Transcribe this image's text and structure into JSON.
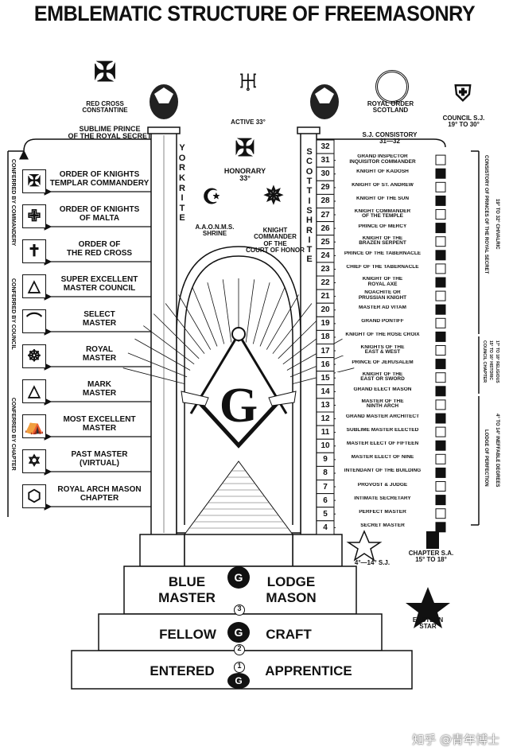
{
  "title": "EMBLEMATIC STRUCTURE OF FREEMASONRY",
  "top_emblems": [
    {
      "id": "red-cross-constantine",
      "label": "RED CROSS\nCONSTANTINE"
    },
    {
      "id": "active-33",
      "label": "ACTIVE 33°"
    },
    {
      "id": "royal-order-scotland",
      "label": "ROYAL ORDER\nSCOTLAND"
    },
    {
      "id": "council-sj",
      "label": "COUNCIL S.J.\n19° TO 30°"
    }
  ],
  "pillars": {
    "left_word": "YORK RITE",
    "right_word": "SCOTTISH RITE"
  },
  "sublime_prince": "SUBLIME PRINCE\nOF THE ROYAL SECRET",
  "center_emblems": [
    {
      "id": "honorary-33",
      "label": "HONORARY\n33°"
    },
    {
      "id": "shrine",
      "label": "A.A.O.N.M.S.\nSHRINE"
    },
    {
      "id": "knight-commander",
      "label": "KNIGHT\nCOMMANDER\nOF THE\nCOURT OF HONOR"
    }
  ],
  "york_rite": [
    {
      "label": "ORDER OF KNIGHTS\nTEMPLAR COMMANDERY",
      "icon": "templar-cross-icon"
    },
    {
      "label": "ORDER OF KNIGHTS\nOF MALTA",
      "icon": "maltese-cross-icon"
    },
    {
      "label": "ORDER OF\nTHE RED CROSS",
      "icon": "latin-cross-icon"
    },
    {
      "label": "SUPER EXCELLENT\nMASTER COUNCIL",
      "icon": "triangle-trowel-icon"
    },
    {
      "label": "SELECT\nMASTER",
      "icon": "arch-icon"
    },
    {
      "label": "ROYAL\nMASTER",
      "icon": "menorah-icon"
    },
    {
      "label": "MARK\nMASTER",
      "icon": "keystone-icon"
    },
    {
      "label": "MOST EXCELLENT\nMASTER",
      "icon": "tent-icon"
    },
    {
      "label": "PAST MASTER\n(VIRTUAL)",
      "icon": "book-compass-icon"
    },
    {
      "label": "ROYAL ARCH MASON\nCHAPTER",
      "icon": "keystone-seal-icon"
    }
  ],
  "york_side_labels": [
    "CONFERRED BY COMMANDERY",
    "CONFERRED BY COUNCIL",
    "CONFERRED BY CHAPTER"
  ],
  "consistory_header": "S.J. CONSISTORY\n31—32",
  "scottish_rite": [
    {
      "num": "32",
      "name": ""
    },
    {
      "num": "31",
      "name": "GRAND INSPECTOR\nINQUISITOR COMMANDER"
    },
    {
      "num": "30",
      "name": "KNIGHT OF KADOSH"
    },
    {
      "num": "29",
      "name": "KNIGHT OF ST. ANDREW"
    },
    {
      "num": "28",
      "name": "KNIGHT OF THE SUN"
    },
    {
      "num": "27",
      "name": "KNIGHT COMMANDER\nOF THE TEMPLE"
    },
    {
      "num": "26",
      "name": "PRINCE OF MERCY"
    },
    {
      "num": "25",
      "name": "KNIGHT OF THE\nBRAZEN SERPENT"
    },
    {
      "num": "24",
      "name": "PRINCE OF THE TABERNACLE"
    },
    {
      "num": "23",
      "name": "CHIEF OF THE TABERNACLE"
    },
    {
      "num": "22",
      "name": "KNIGHT OF THE\nROYAL AXE"
    },
    {
      "num": "21",
      "name": "NOACHITE OR\nPRUSSIAN KNIGHT"
    },
    {
      "num": "20",
      "name": "MASTER AD VITAM"
    },
    {
      "num": "19",
      "name": "GRAND PONTIFF"
    },
    {
      "num": "18",
      "name": "KNIGHT OF THE ROSE CROIX"
    },
    {
      "num": "17",
      "name": "KNIGHTS OF THE\nEAST & WEST"
    },
    {
      "num": "16",
      "name": "PRINCE OF JERUSALEM"
    },
    {
      "num": "15",
      "name": "KNIGHT OF THE\nEAST OR SWORD"
    },
    {
      "num": "14",
      "name": "GRAND ELECT MASON"
    },
    {
      "num": "13",
      "name": "MASTER OF THE\nNINTH ARCH"
    },
    {
      "num": "12",
      "name": "GRAND MASTER ARCHITECT"
    },
    {
      "num": "11",
      "name": "SUBLIME MASTER ELECTED"
    },
    {
      "num": "10",
      "name": "MASTER ELECT OF FIFTEEN"
    },
    {
      "num": "9",
      "name": "MASTER ELECT OF NINE"
    },
    {
      "num": "8",
      "name": "INTENDANT OF THE BUILDING"
    },
    {
      "num": "7",
      "name": "PROVOST & JUDGE"
    },
    {
      "num": "6",
      "name": "INTIMATE SECRETARY"
    },
    {
      "num": "5",
      "name": "PERFECT MASTER"
    },
    {
      "num": "4",
      "name": "SECRET MASTER"
    }
  ],
  "right_side_labels": [
    "CONSISTORY OF PRINCES OF THE ROYAL SECRET",
    "19° TO 32° CHIVALRIC",
    "COUNCIL CHAPTER",
    "15° TO 16° HISTORIC",
    "17° TO 18° RELIGIOUS",
    "LODGE OF PERFECTION",
    "4° TO 14° INEFFABLE DEGREES"
  ],
  "bottom_labels": {
    "sj_4_14": "4°—14° S.J.",
    "chapter_sa": "CHAPTER S.A.\n15° TO 18°",
    "eastern_star": "EASTERN\nSTAR"
  },
  "center_symbol": "G",
  "steps": [
    {
      "left": "BLUE\nMASTER",
      "right": "LODGE\nMASON",
      "num": "3"
    },
    {
      "left": "FELLOW",
      "right": "CRAFT",
      "num": "2"
    },
    {
      "left": "ENTERED",
      "right": "APPRENTICE",
      "num": "1"
    }
  ],
  "watermark": "知乎 @青年博士"
}
